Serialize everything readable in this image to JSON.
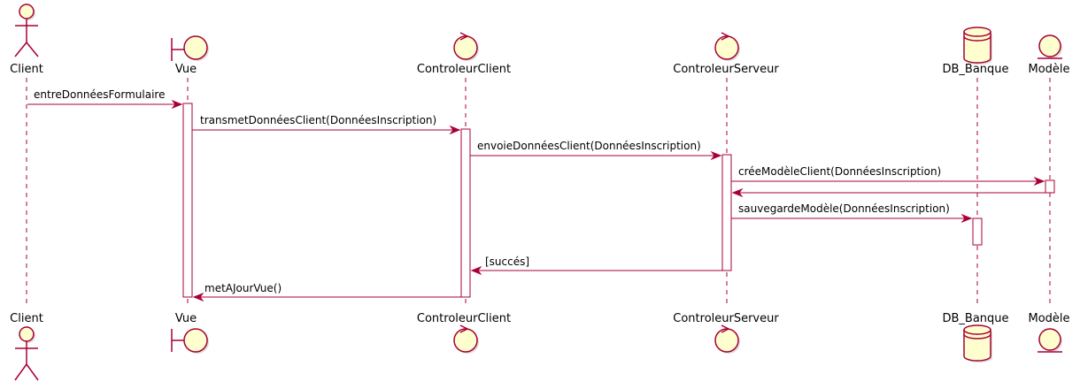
{
  "participants": [
    {
      "id": "client",
      "label": "Client",
      "kind": "actor"
    },
    {
      "id": "vue",
      "label": "Vue",
      "kind": "boundary"
    },
    {
      "id": "controleur-client",
      "label": "ControleurClient",
      "kind": "control"
    },
    {
      "id": "controleur-serveur",
      "label": "ControleurServeur",
      "kind": "control"
    },
    {
      "id": "db-banque",
      "label": "DB_Banque",
      "kind": "database"
    },
    {
      "id": "modele",
      "label": "Modèle",
      "kind": "entity"
    }
  ],
  "messages": [
    {
      "from": "client",
      "to": "vue",
      "label": "entreDonnéesFormulaire"
    },
    {
      "from": "vue",
      "to": "controleur-client",
      "label": "transmetDonnéesClient(DonnéesInscription)"
    },
    {
      "from": "controleur-client",
      "to": "controleur-serveur",
      "label": "envoieDonnéesClient(DonnéesInscription)"
    },
    {
      "from": "controleur-serveur",
      "to": "modele",
      "label": "créeModèleClient(DonnéesInscription)"
    },
    {
      "from": "modele",
      "to": "controleur-serveur",
      "label": ""
    },
    {
      "from": "controleur-serveur",
      "to": "db-banque",
      "label": "sauvegardeModèle(DonnéesInscription)"
    },
    {
      "from": "controleur-serveur",
      "to": "controleur-client",
      "label": "[succés]"
    },
    {
      "from": "controleur-client",
      "to": "vue",
      "label": "metAJourVue()"
    }
  ],
  "colors": {
    "border": "#A80036",
    "fill": "#FEFECE"
  }
}
